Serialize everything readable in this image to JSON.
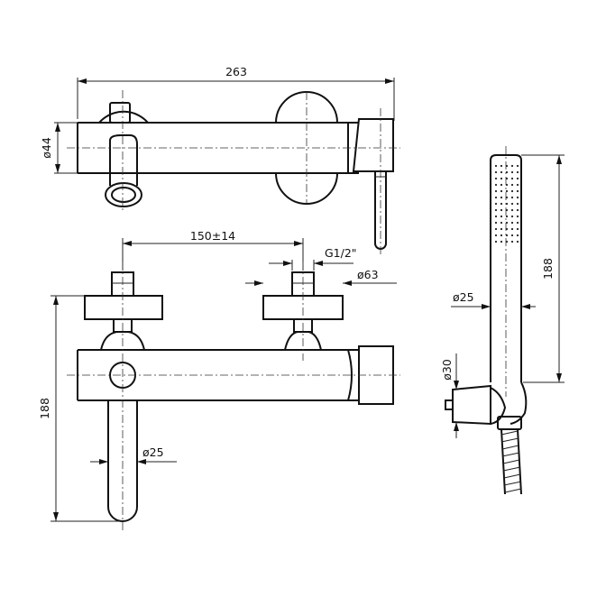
{
  "dimensions": {
    "overall_width": "263",
    "body_diameter": "ø44",
    "inlet_spacing": "150±14",
    "thread": "G1/2\"",
    "flange_diameter": "ø63",
    "spout_height": "188",
    "spout_diameter": "ø25",
    "handshower_length": "188",
    "handshower_diameter": "ø25",
    "holder_diameter": "ø30"
  }
}
